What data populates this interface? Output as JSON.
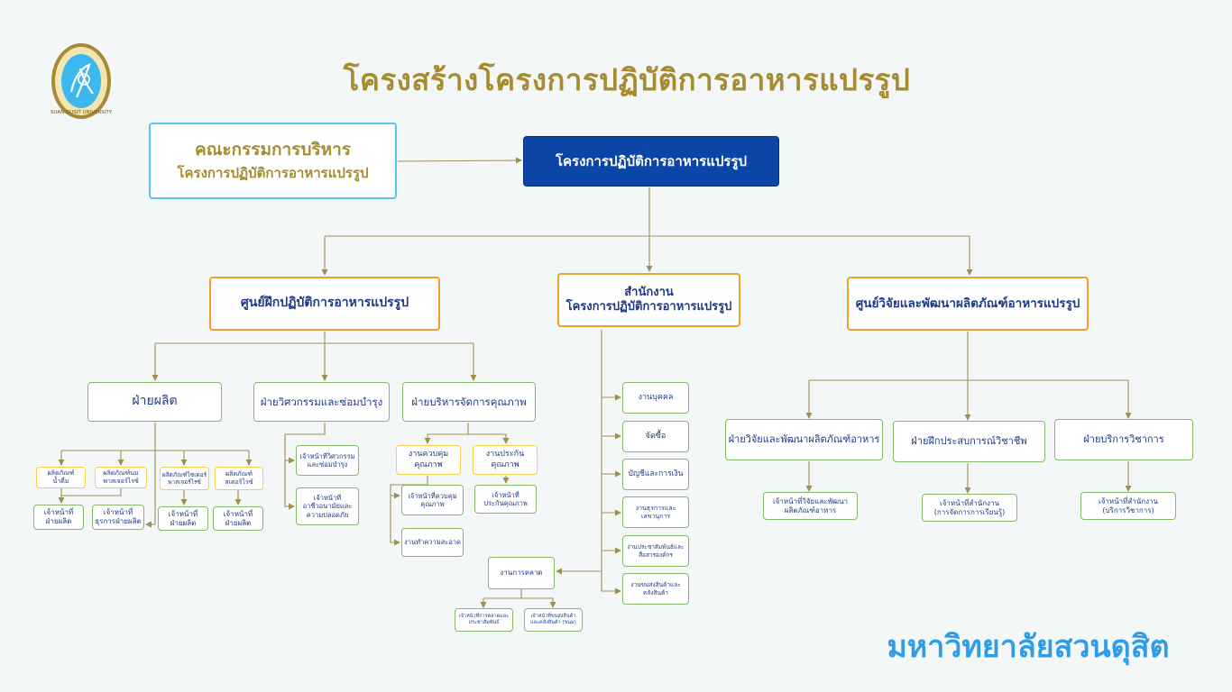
{
  "title": "โครงสร้างโครงการปฏิบัติการอาหารแปรรูป",
  "university_name": "มหาวิทยาลัยสวนดุสิต",
  "logo": {
    "name": "suan-dusit-university-seal",
    "text": "SUAN DUSIT UNIVERSITY"
  },
  "colors": {
    "title": "#a68c2e",
    "navy_box": "#0c45a8",
    "orange_border": "#f0a030",
    "cyan_border": "#55c8f0",
    "green_border": "#86b86a",
    "yellow_border": "#f2d04a",
    "connector": "#9e9050",
    "university": "#2f9ce6"
  },
  "nodes": {
    "committee": {
      "line1": "คณะกรรมการบริหาร",
      "line2": "โครงการปฏิบัติการอาหารแปรรูป"
    },
    "project": "โครงการปฏิบัติการอาหารแปรรูป",
    "training_center": "ศูนย์ฝึกปฏิบัติการอาหารแปรรูป",
    "office": {
      "line1": "สำนักงาน",
      "line2": "โครงการปฏิบัติการอาหารแปรรูป"
    },
    "rnd_center": "ศูนย์วิจัยและพัฒนาผลิตภัณฑ์อาหารแปรรูป",
    "production": "ฝ่ายผลิต",
    "engineering": "ฝ่ายวิศวกรรมและซ่อมบำรุง",
    "quality_mgmt": "ฝ่ายบริหารจัดการคุณภาพ",
    "rnd_dept": "ฝ่ายวิจัยและพัฒนาผลิตภัณฑ์อาหาร",
    "experience_dept": "ฝ่ายฝึกประสบการณ์วิชาชีพ",
    "academic_service": "ฝ่ายบริการวิชาการ",
    "prod_drinks": {
      "line1": "ผลิตภัณฑ์",
      "line2": "น้ำดื่ม"
    },
    "prod_milk": {
      "line1": "ผลิตภัณฑ์นม",
      "line2": "พาสเจอร์ไรซ์"
    },
    "prod_fruit": {
      "line1": "ผลิตภัณฑ์ไซเดอร์",
      "line2": "พาสเจอร์ไรซ์"
    },
    "prod_sterile": {
      "line1": "ผลิตภัณฑ์",
      "line2": "สเตอริไรซ์"
    },
    "staff_prod_1": {
      "line1": "เจ้าหน้าที่",
      "line2": "ฝ่ายผลิต"
    },
    "staff_admin_prod": {
      "line1": "เจ้าหน้าที่",
      "line2": "ธุรการฝ่ายผลิต"
    },
    "staff_prod_2": {
      "line1": "เจ้าหน้าที่",
      "line2": "ฝ่ายผลิต"
    },
    "staff_prod_3": {
      "line1": "เจ้าหน้าที่",
      "line2": "ฝ่ายผลิต"
    },
    "staff_engineering": {
      "line1": "เจ้าหน้าที่วิศวกรรม",
      "line2": "และซ่อมบำรุง"
    },
    "staff_safety": {
      "line1": "เจ้าหน้าที่",
      "line2": "อาชีวอนามัยและ",
      "line3": "ความปลอดภัย"
    },
    "qc_work": {
      "line1": "งานควบคุม",
      "line2": "คุณภาพ"
    },
    "qa_work": {
      "line1": "งานประกัน",
      "line2": "คุณภาพ"
    },
    "staff_qc": {
      "line1": "เจ้าหน้าที่ควบคุม",
      "line2": "คุณภาพ"
    },
    "staff_qa": {
      "line1": "เจ้าหน้าที่",
      "line2": "ประกันคุณภาพ"
    },
    "cleaning_work": "งานทำความสะอาด",
    "personnel": "งานบุคคล",
    "procurement": "จัดซื้อ",
    "accounting": "บัญชีและการเงิน",
    "admin_work": {
      "line1": "งานธุรการและ",
      "line2": "เลขานุการ"
    },
    "pr_work": {
      "line1": "งานประชาสัมพันธ์และ",
      "line2": "สื่อสารองค์กร"
    },
    "logistics": {
      "line1": "งานขนส่งสินค้าและ",
      "line2": "คลังสินค้า"
    },
    "marketing": "งานการตลาด",
    "staff_marketing": {
      "line1": "เจ้าหน้าที่การตลาดและ",
      "line2": "ประชาสัมพันธ์"
    },
    "staff_logistics": {
      "line1": "เจ้าหน้าที่ขนส่งสินค้า",
      "line2": "และคลังสินค้า (ขนม)"
    },
    "staff_rnd": {
      "line1": "เจ้าหน้าที่วิจัยและพัฒนา",
      "line2": "ผลิตภัณฑ์อาหาร"
    },
    "staff_office_learning": {
      "line1": "เจ้าหน้าที่สำนักงาน",
      "line2": "(การจัดการการเรียนรู้)"
    },
    "staff_office_academic": {
      "line1": "เจ้าหน้าที่สำนักงาน",
      "line2": "(บริการวิชาการ)"
    }
  }
}
